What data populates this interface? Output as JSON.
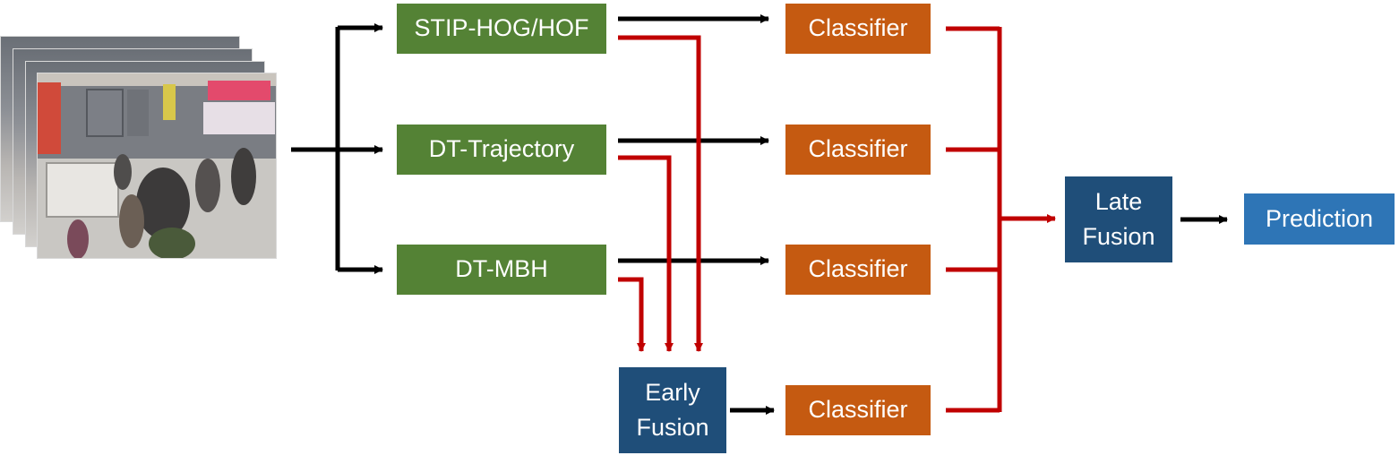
{
  "input": {
    "frame_count": 4
  },
  "features": {
    "stip": "STIP-HOG/HOF",
    "traj": "DT-Trajectory",
    "mbh": "DT-MBH"
  },
  "classifiers": [
    "Classifier",
    "Classifier",
    "Classifier",
    "Classifier"
  ],
  "early_fusion": {
    "line1": "Early",
    "line2": "Fusion"
  },
  "late_fusion": {
    "line1": "Late",
    "line2": "Fusion"
  },
  "prediction": "Prediction",
  "colors": {
    "feature_box": "#548235",
    "classifier_box": "#c55a11",
    "fusion_box": "#1f4e79",
    "prediction_box": "#2e75b6",
    "arrow_black": "#000000",
    "arrow_red": "#c00000"
  }
}
